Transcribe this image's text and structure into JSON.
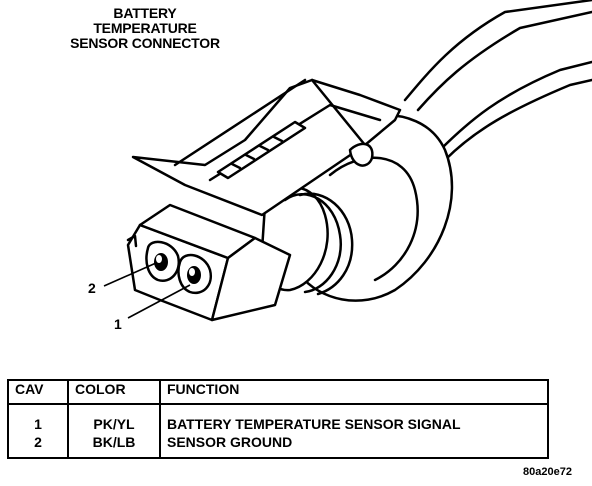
{
  "title_lines": [
    "BATTERY",
    "TEMPERATURE",
    "SENSOR CONNECTOR"
  ],
  "callouts": [
    "2",
    "1"
  ],
  "table": {
    "headers": [
      "CAV",
      "COLOR",
      "FUNCTION"
    ],
    "cavs": [
      "1",
      "2"
    ],
    "colors": [
      "PK/YL",
      "BK/LB"
    ],
    "functions": [
      "BATTERY TEMPERATURE SENSOR SIGNAL",
      "SENSOR GROUND"
    ]
  },
  "figure_id": "80a20e72"
}
